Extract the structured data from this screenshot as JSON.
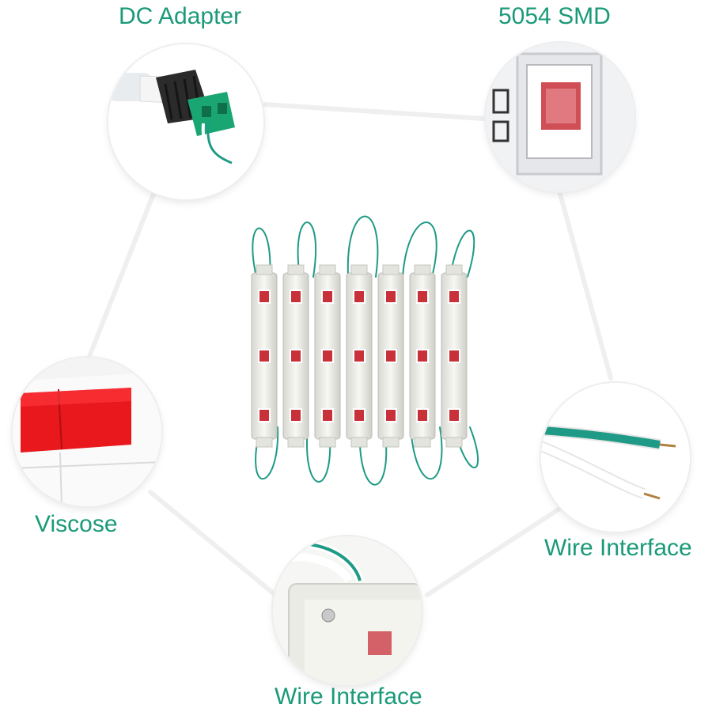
{
  "features": {
    "dc_adapter": {
      "label": "DC Adapter"
    },
    "smd": {
      "label": "5054 SMD"
    },
    "viscose": {
      "label": "Viscose"
    },
    "wire_interface_right": {
      "label": "Wire Interface"
    },
    "wire_interface_bottom": {
      "label": "Wire Interface"
    }
  },
  "product": {
    "module_count": 7,
    "leds_per_module": 3
  },
  "colors": {
    "label_text": "#1a9a78",
    "connector_lines": "#efefef",
    "wire_stripe": "#1f9a86",
    "led_chip": "#c8303a",
    "adhesive_tape": "#e8181c"
  },
  "icons": {
    "dc_adapter": "dc-adapter-icon",
    "smd": "smd-chip-icon",
    "viscose": "adhesive-tape-icon",
    "wire_right": "wire-end-icon",
    "wire_bottom": "wire-solder-icon",
    "product": "led-module-bundle-icon"
  }
}
